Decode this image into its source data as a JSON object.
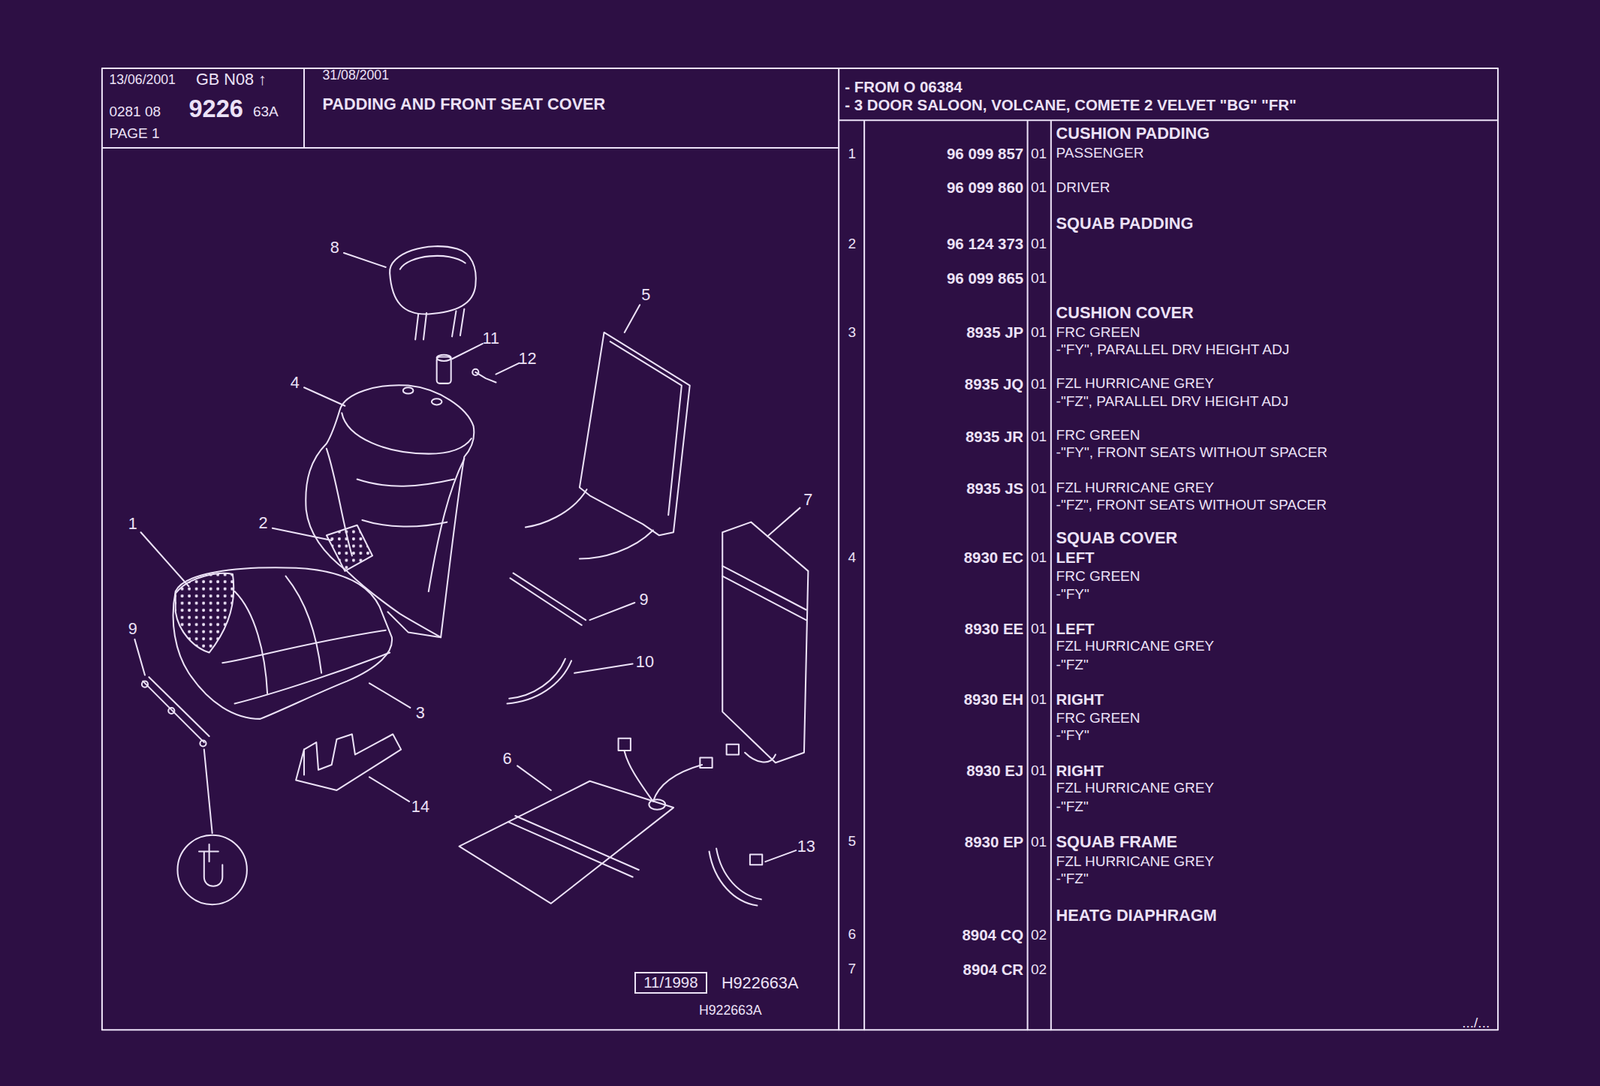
{
  "diagram": {
    "nodes": [
      {
        "text": [
          "13/06/2001",
          "GB N08 ↑",
          "0281 08",
          "9226",
          "63A",
          "PAGE 1"
        ]
      },
      {
        "text": [
          "31/08/2001",
          "PADDING AND FRONT SEAT COVER"
        ]
      },
      {
        "text": [
          "- FROM O 06384",
          "- 3 DOOR SALOON, VOLCANE, COMETE 2 VELVET \"BG\" \"FR\""
        ]
      },
      {
        "text": [
          "11/1998"
        ]
      }
    ],
    "labels": [
      "8",
      "5",
      "11",
      "12",
      "4",
      "7",
      "1",
      "2",
      "9",
      "9",
      "10",
      "3",
      "6",
      "14",
      "13",
      "H922663A",
      "H922663A",
      "CUSHION PADDING",
      "1",
      "96 099 857",
      "01",
      "PASSENGER",
      "96 099 860",
      "01",
      "DRIVER",
      "SQUAB PADDING",
      "2",
      "96 124 373",
      "01",
      "96 099 865",
      "01",
      "CUSHION COVER",
      "3",
      "8935 JP",
      "01",
      "FRC GREEN",
      "-\"FY\", PARALLEL DRV HEIGHT ADJ",
      "8935 JQ",
      "01",
      "FZL HURRICANE GREY",
      "-\"FZ\", PARALLEL DRV HEIGHT ADJ",
      "8935 JR",
      "01",
      "FRC GREEN",
      "-\"FY\", FRONT SEATS WITHOUT SPACER",
      "8935 JS",
      "01",
      "FZL HURRICANE GREY",
      "-\"FZ\", FRONT SEATS WITHOUT SPACER",
      "SQUAB COVER",
      "4",
      "8930 EC",
      "01",
      "LEFT",
      "FRC GREEN",
      "-\"FY\"",
      "8930 EE",
      "01",
      "LEFT",
      "FZL HURRICANE GREY",
      "-\"FZ\"",
      "8930 EH",
      "01",
      "RIGHT",
      "FRC GREEN",
      "-\"FY\"",
      "8930 EJ",
      "01",
      "RIGHT",
      "FZL HURRICANE GREY",
      "-\"FZ\"",
      "5",
      "8930 EP",
      "01",
      "SQUAB FRAME",
      "FZL HURRICANE GREY",
      "-\"FZ\"",
      "HEATG DIAPHRAGM",
      "6",
      "8904 CQ",
      "02",
      "7",
      "8904 CR",
      "02",
      ".../..."
    ]
  }
}
